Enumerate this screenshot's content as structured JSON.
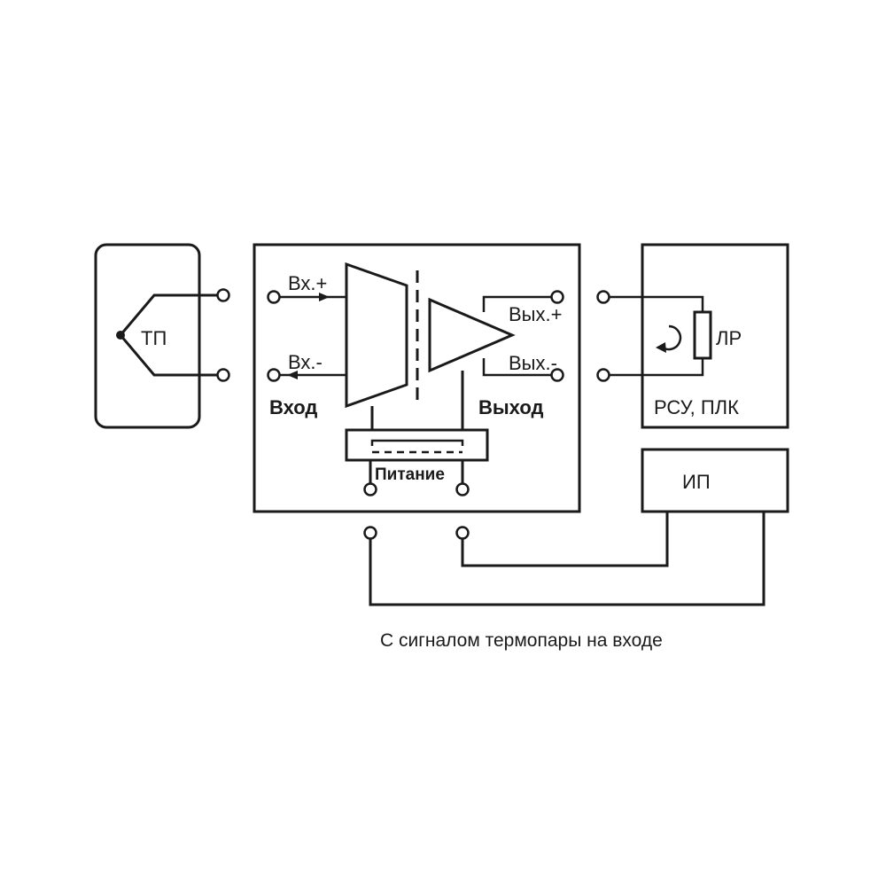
{
  "thermocouple": {
    "label": "ТП"
  },
  "module": {
    "in_plus": "Вх.+",
    "in_minus": "Вх.-",
    "out_plus": "Вых.+",
    "out_minus": "Вых.-",
    "input_title": "Вход",
    "output_title": "Выход",
    "power_title": "Питание"
  },
  "load": {
    "resistor_label": "ЛР",
    "title": "РСУ, ПЛК"
  },
  "power_supply": {
    "label": "ИП"
  },
  "caption": "С сигналом термопары на входе",
  "colors": {
    "line": "#1a1a1a",
    "background": "#ffffff"
  }
}
